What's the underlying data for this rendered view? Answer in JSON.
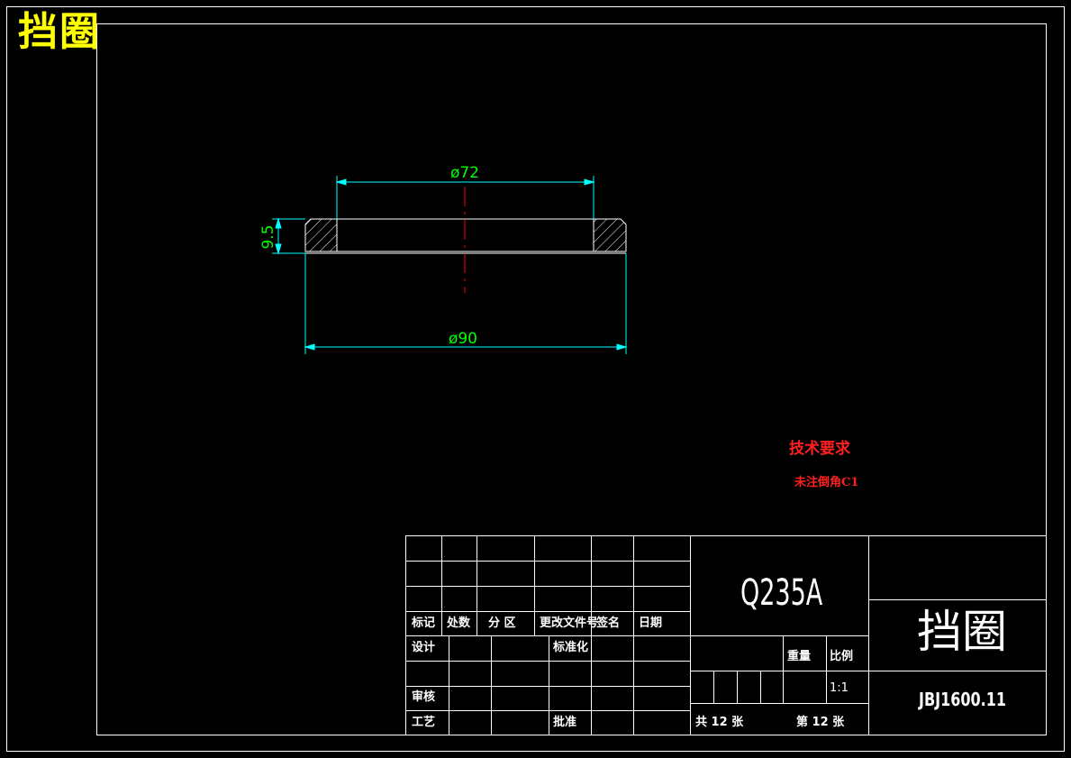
{
  "header": {
    "title": "挡圈"
  },
  "drawing": {
    "dimensions": {
      "inner_diameter": "ø72",
      "outer_diameter": "ø90",
      "thickness": "9.5"
    }
  },
  "technical_requirements": {
    "title": "技术要求",
    "items": [
      "未注倒角C1"
    ]
  },
  "title_block": {
    "revision_headers": [
      "标记",
      "处数",
      "分 区",
      "更改文件号",
      "签名",
      "日期"
    ],
    "roles": {
      "design": "设计",
      "standardization": "标准化",
      "review": "审核",
      "process": "工艺",
      "approval": "批准"
    },
    "material": "Q235A",
    "part_name": "挡圈",
    "drawing_number": "JBJ1600.11",
    "weight_label": "重量",
    "scale_label": "比例",
    "scale_value": "1:1",
    "sheets_total": "共 12 张",
    "sheet_number": "第 12 张"
  },
  "colors": {
    "background": "#000000",
    "frame": "#ffffff",
    "dimension": "#00ffff",
    "dimension_text": "#00ff00",
    "centerline": "#ff0000",
    "title": "#ffff00",
    "requirements": "#ff2020"
  }
}
